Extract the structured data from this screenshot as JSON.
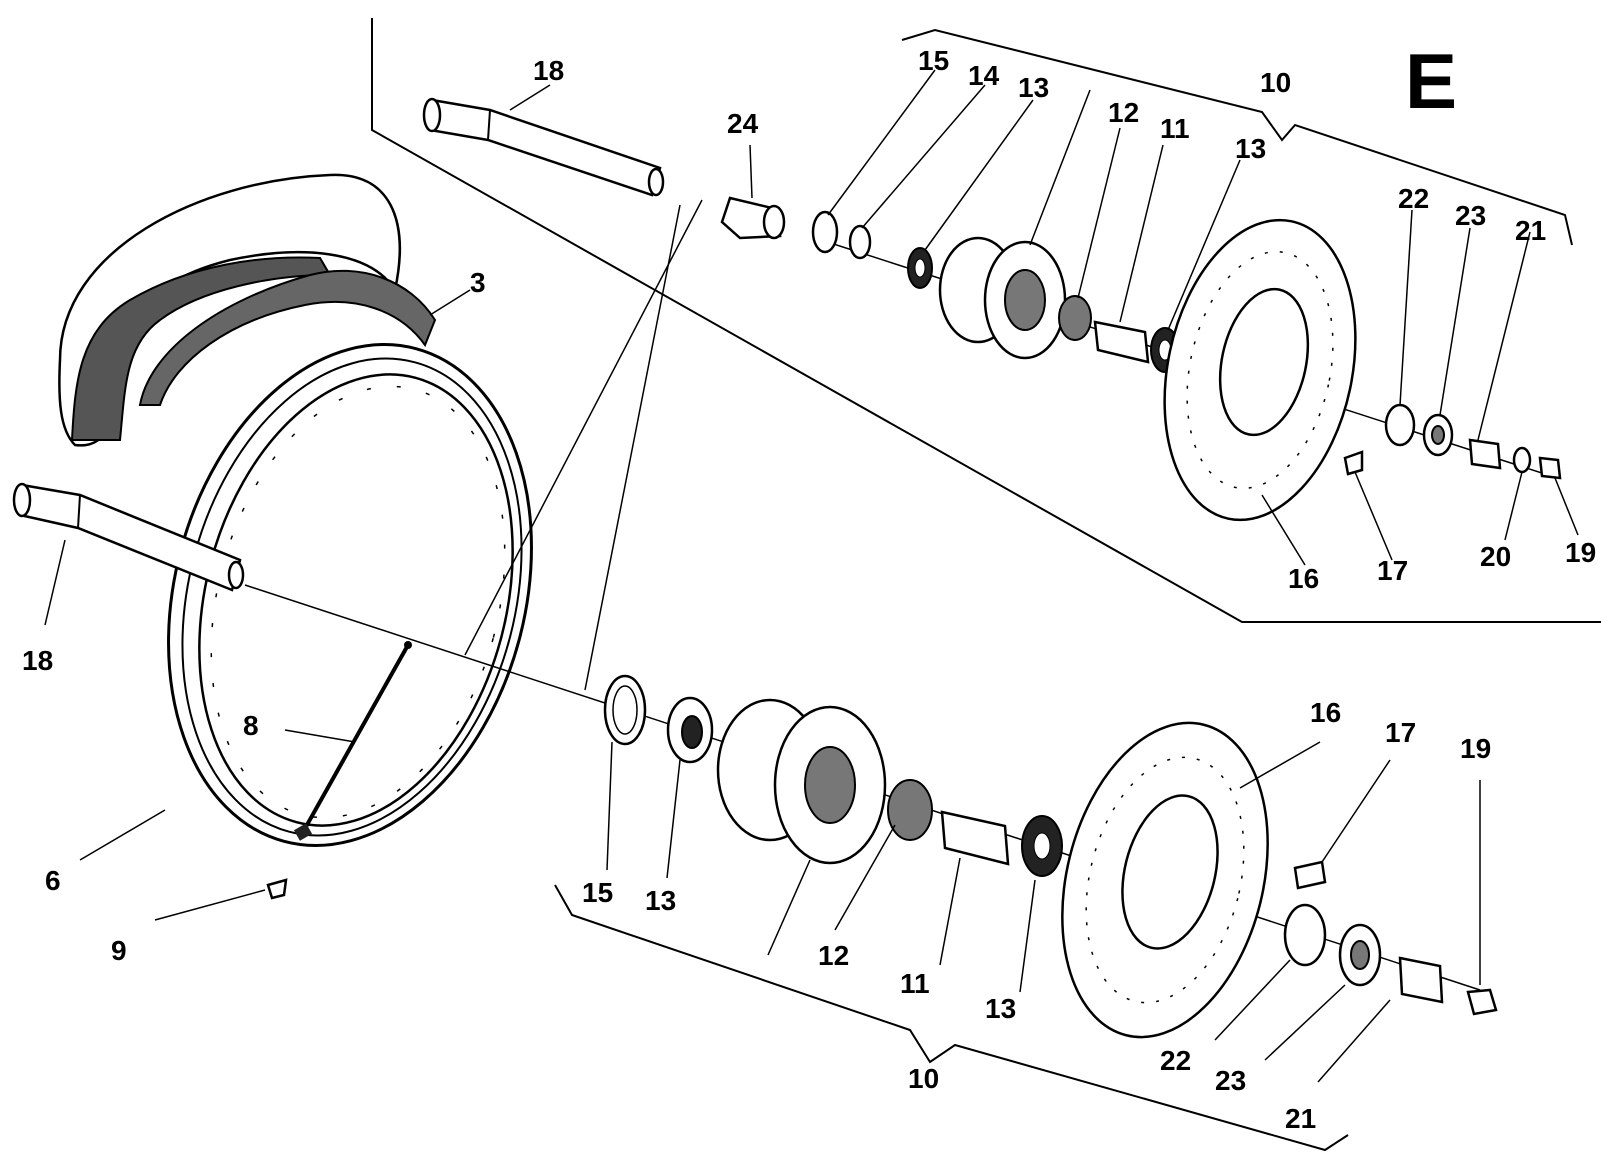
{
  "diagram": {
    "section_letter": "E",
    "callouts": {
      "upper": [
        "18",
        "24",
        "15",
        "14",
        "13",
        "12",
        "11",
        "13",
        "10",
        "22",
        "23",
        "21",
        "16",
        "17",
        "20",
        "19"
      ],
      "lower": [
        "3",
        "18",
        "8",
        "6",
        "9",
        "15",
        "13",
        "12",
        "11",
        "13",
        "10",
        "16",
        "17",
        "19",
        "22",
        "23",
        "21"
      ]
    }
  }
}
